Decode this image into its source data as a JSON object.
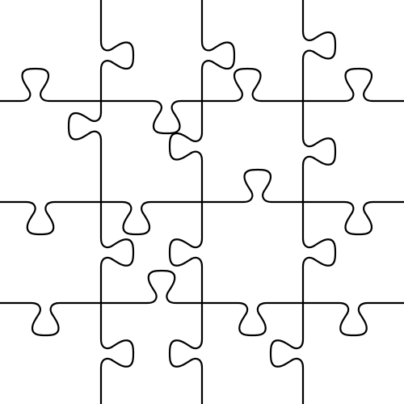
{
  "puzzle": {
    "rows": 4,
    "cols": 4,
    "colors": {
      "background": "#ffffff",
      "stroke": "#000000"
    },
    "horizontal_cuts": [
      [
        {
          "dir": -1,
          "pos": 0.35
        },
        {
          "dir": 1,
          "pos": 0.65
        },
        {
          "dir": -1,
          "pos": 0.45
        },
        {
          "dir": -1,
          "pos": 0.55
        }
      ],
      [
        {
          "dir": 1,
          "pos": 0.4
        },
        {
          "dir": 1,
          "pos": 0.35
        },
        {
          "dir": -1,
          "pos": 0.55
        },
        {
          "dir": 1,
          "pos": 0.55
        }
      ],
      [
        {
          "dir": 1,
          "pos": 0.45
        },
        {
          "dir": -1,
          "pos": 0.6
        },
        {
          "dir": 1,
          "pos": 0.5
        },
        {
          "dir": 1,
          "pos": 0.5
        }
      ]
    ],
    "vertical_cuts": [
      [
        {
          "dir": -1,
          "pos": 0.55
        },
        {
          "dir": -1,
          "pos": 0.55
        },
        {
          "dir": -1,
          "pos": 0.45
        }
      ],
      [
        {
          "dir": 1,
          "pos": 0.25
        },
        {
          "dir": 1,
          "pos": 0.45
        },
        {
          "dir": -1,
          "pos": 0.5
        }
      ],
      [
        {
          "dir": -1,
          "pos": 0.5
        },
        {
          "dir": 1,
          "pos": 0.5
        },
        {
          "dir": -1,
          "pos": 0.5
        }
      ],
      [
        {
          "dir": -1,
          "pos": 0.5
        },
        {
          "dir": 1,
          "pos": 0.5
        },
        {
          "dir": 1,
          "pos": 0.5
        }
      ]
    ]
  }
}
